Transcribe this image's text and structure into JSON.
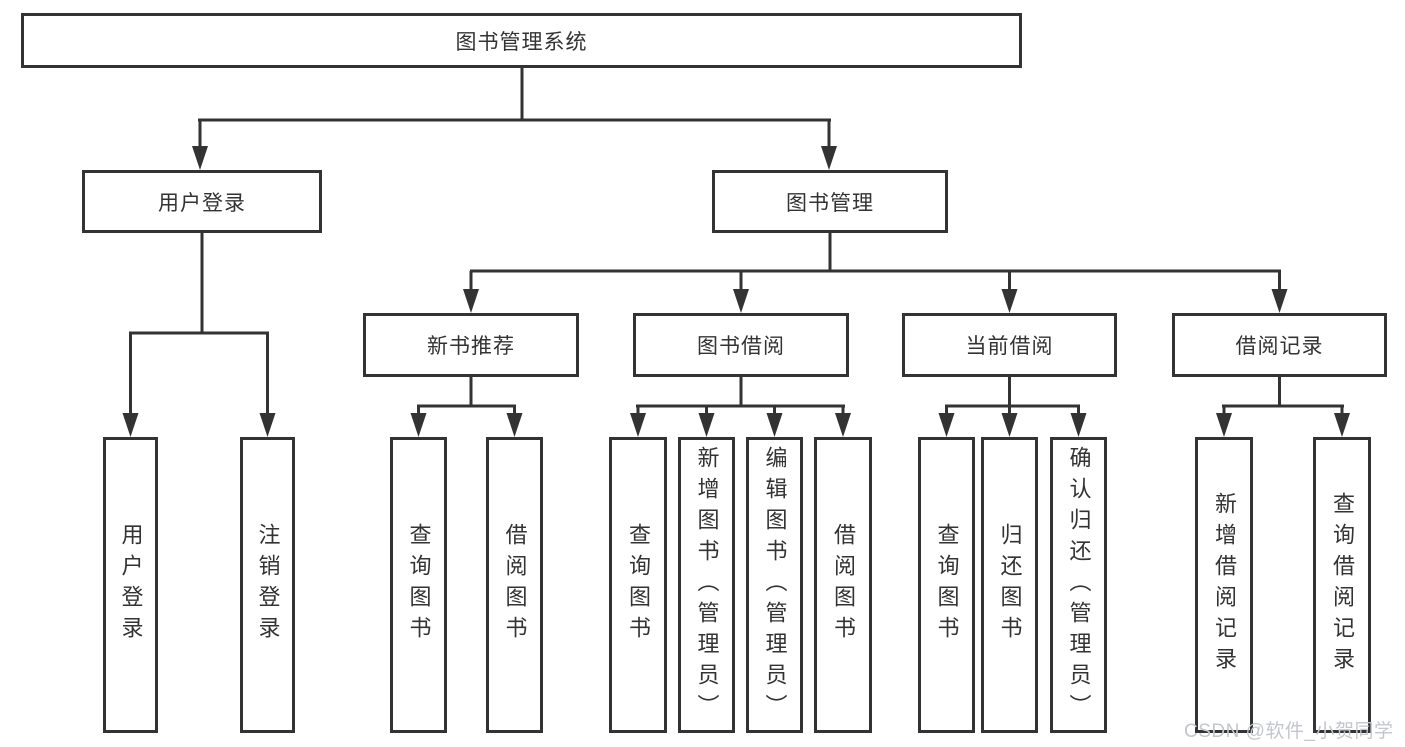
{
  "tree": {
    "label": "图书管理系统",
    "children": [
      {
        "label": "用户登录",
        "children": [
          {
            "label": "用户登录"
          },
          {
            "label": "注销登录"
          }
        ]
      },
      {
        "label": "图书管理",
        "children": [
          {
            "label": "新书推荐",
            "children": [
              {
                "label": "查询图书"
              },
              {
                "label": "借阅图书"
              }
            ]
          },
          {
            "label": "图书借阅",
            "children": [
              {
                "label": "查询图书"
              },
              {
                "label": "新增图书（管理员）"
              },
              {
                "label": "编辑图书（管理员）"
              },
              {
                "label": "借阅图书"
              }
            ]
          },
          {
            "label": "当前借阅",
            "children": [
              {
                "label": "查询图书"
              },
              {
                "label": "归还图书"
              },
              {
                "label": "确认归还（管理员）"
              }
            ]
          },
          {
            "label": "借阅记录",
            "children": [
              {
                "label": "新增借阅记录"
              },
              {
                "label": "查询借阅记录"
              }
            ]
          }
        ]
      }
    ]
  },
  "watermark": {
    "text": "CSDN @软件_小贺同学"
  },
  "colors": {
    "line": "#333333",
    "box_border": "#333333",
    "text": "#333333",
    "background": "#ffffff",
    "watermark": "#c3c6cc"
  }
}
